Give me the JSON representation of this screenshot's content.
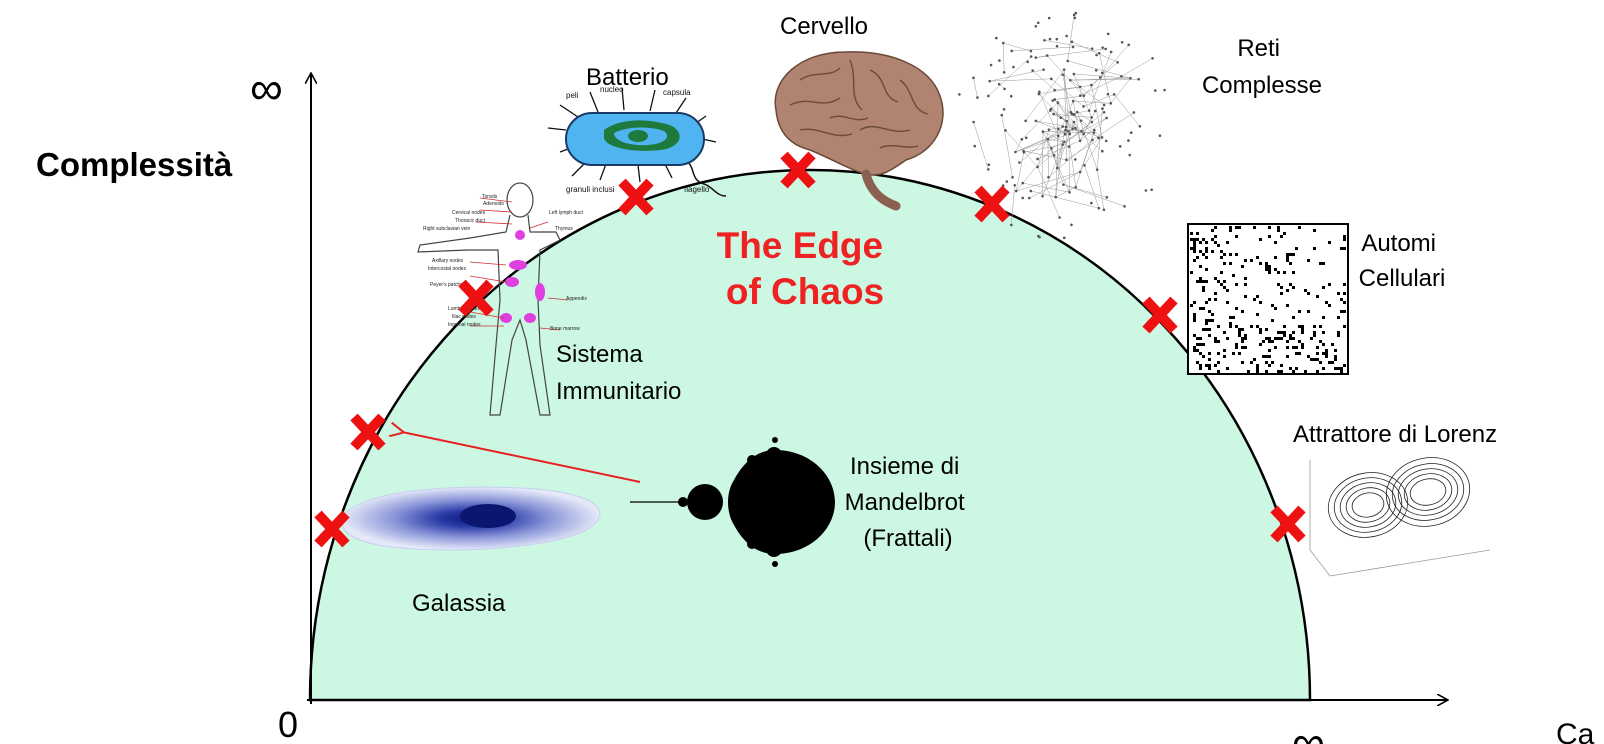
{
  "axes": {
    "y_top_symbol": "∞",
    "origin": "0",
    "x_right_symbol": "∞",
    "x_label_partial": "Ca",
    "y_label": "Complessità"
  },
  "region_label": {
    "line1": "The Edge",
    "line2": "of Chaos"
  },
  "examples": [
    {
      "label": "Galassia"
    },
    {
      "label_lines": [
        "Sistema",
        "Immunitario"
      ]
    },
    {
      "label": "Batterio"
    },
    {
      "label": "Cervello"
    },
    {
      "label_lines": [
        "Reti",
        "Complesse"
      ]
    },
    {
      "label_lines": [
        "Automi",
        "Cellulari"
      ]
    },
    {
      "label": "Attrattore di Lorenz"
    },
    {
      "label_lines": [
        "Insieme di",
        "Mandelbrot",
        "(Frattali)"
      ]
    }
  ],
  "bacterium_parts": [
    "peli",
    "nucleo",
    "capsula",
    "granuli inclusi",
    "flagello"
  ],
  "body_parts": [
    "Tonsils",
    "Adenoids",
    "Cervical nodes",
    "Thoracic duct",
    "Right subclavian vein",
    "Left lymph duct",
    "Axillary nodes",
    "Intercostal nodes",
    "Peyer's patches",
    "Appendix",
    "Lumbar nodes",
    "Iliac nodes",
    "Inguinal nodes",
    "Bone marrow",
    "Thymus"
  ],
  "colors": {
    "region_fill": "#ccf7e3",
    "marker": "#ee1111",
    "region_text": "#ee2222",
    "arrow": "#e82020"
  }
}
